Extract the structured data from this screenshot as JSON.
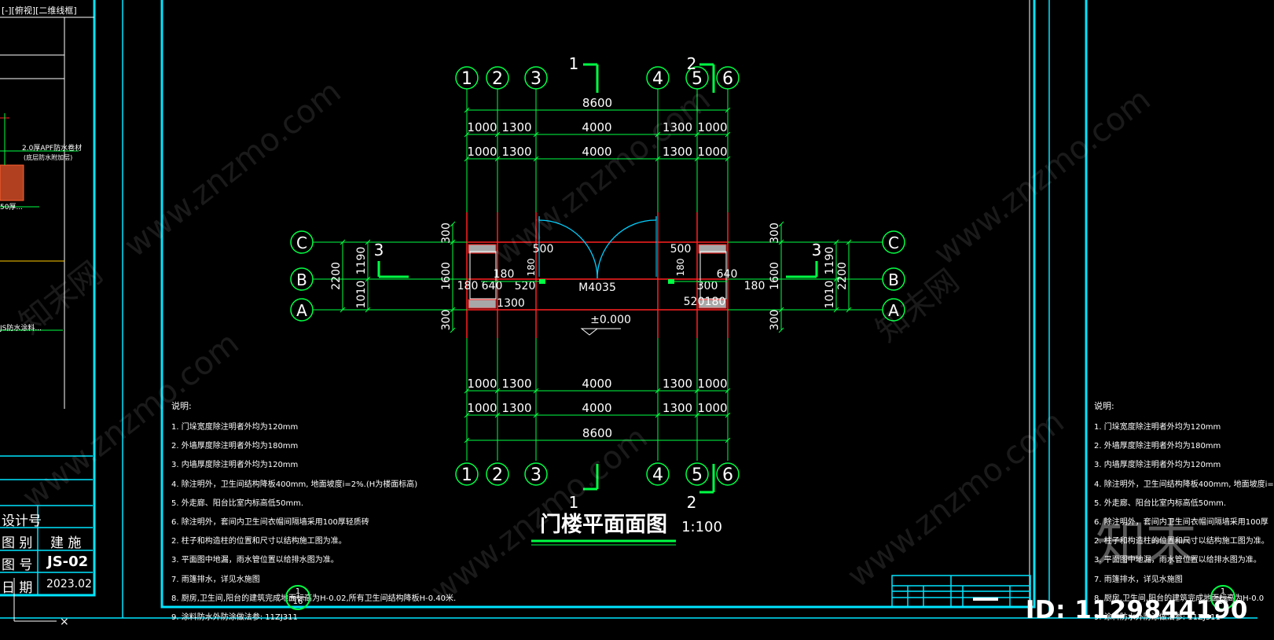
{
  "left_sheet": {
    "top_label": "[-][俯视][二维线框]",
    "note_apf": "2.0厚APF防水卷材",
    "note_apf_sub": "(底层防水附加层)",
    "note_50": "50厚...",
    "note_js": "JS防水涂料...",
    "table": [
      {
        "label": "设计号",
        "value": ""
      },
      {
        "label": "图 别",
        "value": "建 施"
      },
      {
        "label": "图 号",
        "value": "JS-02"
      },
      {
        "label": "日 期",
        "value": "2023.02"
      }
    ]
  },
  "plan": {
    "axes_top": [
      "1",
      "2",
      "3",
      "4",
      "5",
      "6"
    ],
    "axes_side": [
      "C",
      "B",
      "A"
    ],
    "total_width": "8600",
    "dims_row": [
      "1000",
      "1300",
      "4000",
      "1300",
      "1000"
    ],
    "section_marks": [
      "1",
      "2",
      "3"
    ],
    "door_tag": "M4035",
    "level": "±0.000",
    "dims_left_outer": "2200",
    "dims_left_inner": [
      "1190",
      "1010"
    ],
    "dims_vertical": [
      "300",
      "1600",
      "300"
    ],
    "dims_inner_left": [
      "500",
      "180",
      "180",
      "640",
      "520",
      "1300",
      "180",
      "180"
    ],
    "dims_inner_right": [
      "500",
      "180",
      "300",
      "640",
      "520",
      "180",
      "180"
    ],
    "title": "门楼平面面图",
    "scale": "1:100"
  },
  "notes": {
    "heading": "说明:",
    "items": [
      "1. 门垛宽度除注明者外均为120mm",
      "2. 外墙厚度除注明者外均为180mm",
      "3. 内墙厚度除注明者外均为120mm",
      "4. 除注明外，卫生间结构降板400mm, 地面坡度i=2%.(H为楼面标高)",
      "5. 外走廊、阳台比室内标高低50mm.",
      "6. 除注明外，套间内卫生间衣帽间隔墙采用100厚轻质砖",
      "2. 柱子和构造柱的位置和尺寸以结构施工图为准。",
      "3. 平面图中地漏，雨水管位置以给排水图为准。",
      "7. 雨篷排水，详见水施图",
      "8. 厨房,卫生间,阳台的建筑完成地面标高为H-0.02,所有卫生间结构降板H-0.40米.",
      "9. 涂料防水外防涂做法参: 11ZJ311"
    ],
    "detail_ref_top": "1",
    "detail_ref_bottom": "16"
  },
  "right_notes": {
    "heading": "说明:",
    "items": [
      "1. 门垛宽度除注明者外均为120mm",
      "2. 外墙厚度除注明者外均为180mm",
      "3. 内墙厚度除注明者外均为120mm",
      "4. 除注明外，卫生间结构降板400mm, 地面坡度i=",
      "5. 外走廊、阳台比室内标高低50mm.",
      "6. 除注明外，套间内卫生间衣帽间隔墙采用100厚",
      "2. 柱子和构造柱的位置和尺寸以结构施工图为准。",
      "3. 平面图中地漏，雨水管位置以给排水图为准。",
      "7. 雨篷排水，详见水施图",
      "8. 厨房,卫生间,阳台的建筑完成地面标高为H-0.0",
      "9. 涂料防水外防涂做法参: 11ZJ311"
    ],
    "detail_ref_top": "1",
    "detail_ref_bottom": "16"
  },
  "watermark": "www.znzmo.com",
  "watermark_cn": "知末网",
  "logo_text": "知末",
  "image_id": "ID: 1129844190",
  "colors": {
    "frame": "#00e5ff",
    "axis": "#00ff44",
    "wall": "#ff2020",
    "dim": "#00ff44",
    "text": "#ffffff",
    "door_arc": "#00d0ff"
  }
}
